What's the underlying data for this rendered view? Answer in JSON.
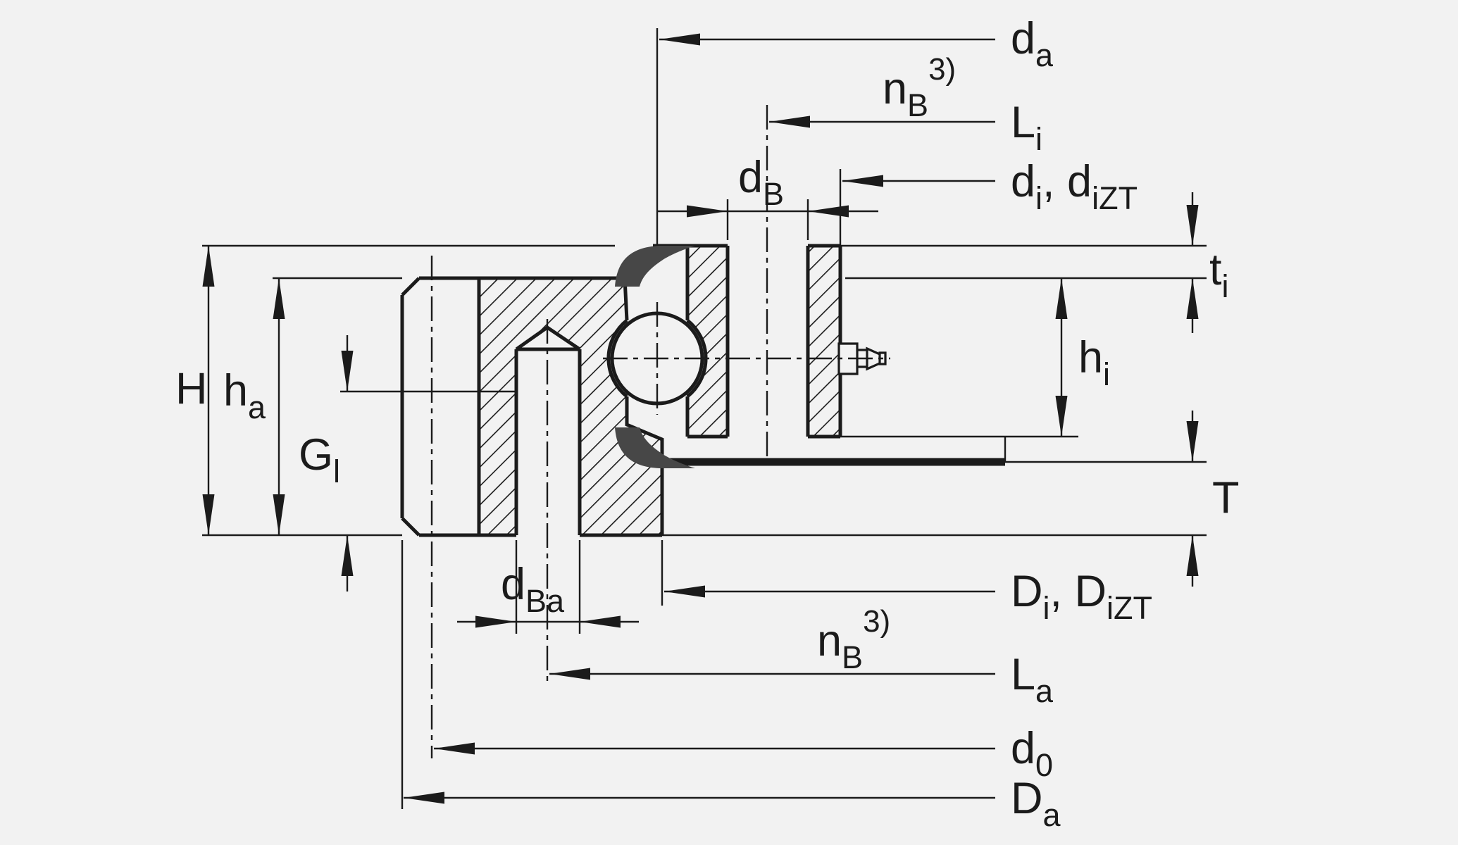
{
  "colors": {
    "background": "#f2f2f2",
    "line": "#1b1b1b",
    "seal": "#474747"
  },
  "labels": {
    "da": {
      "b1": "d",
      "s1": "a"
    },
    "nB_top": {
      "b1": "n",
      "s1": "B",
      "sup": "3)"
    },
    "Li": {
      "b1": "L",
      "s1": "i"
    },
    "dB": {
      "b1": "d",
      "s1": "B"
    },
    "di_diZT": {
      "b1": "d",
      "s1": "i",
      "b2": ", d",
      "s2": "iZT"
    },
    "ti": {
      "b1": "t",
      "s1": "i"
    },
    "hi": {
      "b1": "h",
      "s1": "i"
    },
    "H": {
      "b1": "H"
    },
    "ha": {
      "b1": "h",
      "s1": "a"
    },
    "Gl": {
      "b1": "G",
      "s1": "l"
    },
    "dBa": {
      "b1": "d",
      "s1": "Ba"
    },
    "T": {
      "b1": "T"
    },
    "Di_DiZT": {
      "b1": "D",
      "s1": "i",
      "b2": ", D",
      "s2": "iZT"
    },
    "nB_bottom": {
      "b1": "n",
      "s1": "B",
      "sup": "3)"
    },
    "La": {
      "b1": "L",
      "s1": "a"
    },
    "d0": {
      "b1": "d",
      "s1": "0"
    },
    "Da": {
      "b1": "D",
      "s1": "a"
    }
  }
}
